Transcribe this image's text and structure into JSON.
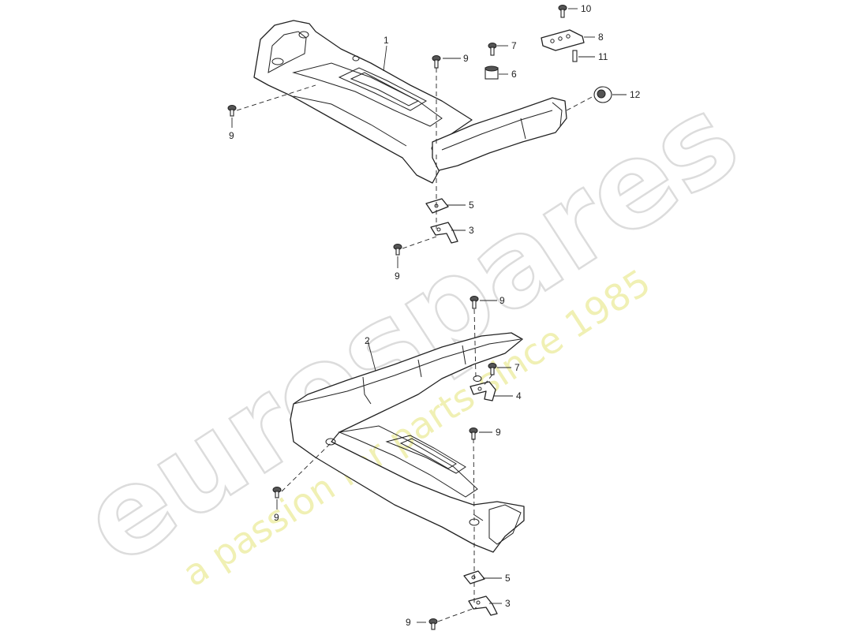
{
  "watermark": {
    "brand": "eurospares",
    "tagline": "a passion for parts since 1985"
  },
  "callouts": [
    {
      "id": "c1",
      "text": "1"
    },
    {
      "id": "c2",
      "text": "2"
    },
    {
      "id": "c3a",
      "text": "3"
    },
    {
      "id": "c3b",
      "text": "3"
    },
    {
      "id": "c4",
      "text": "4"
    },
    {
      "id": "c5a",
      "text": "5"
    },
    {
      "id": "c5b",
      "text": "5"
    },
    {
      "id": "c6",
      "text": "6"
    },
    {
      "id": "c7a",
      "text": "7"
    },
    {
      "id": "c7b",
      "text": "7"
    },
    {
      "id": "c8",
      "text": "8"
    },
    {
      "id": "c9a",
      "text": "9"
    },
    {
      "id": "c9b",
      "text": "9"
    },
    {
      "id": "c9c",
      "text": "9"
    },
    {
      "id": "c9d",
      "text": "9"
    },
    {
      "id": "c9e",
      "text": "9"
    },
    {
      "id": "c9f",
      "text": "9"
    },
    {
      "id": "c9g",
      "text": "9"
    },
    {
      "id": "c10",
      "text": "10"
    },
    {
      "id": "c11",
      "text": "11"
    },
    {
      "id": "c12",
      "text": "12"
    }
  ]
}
